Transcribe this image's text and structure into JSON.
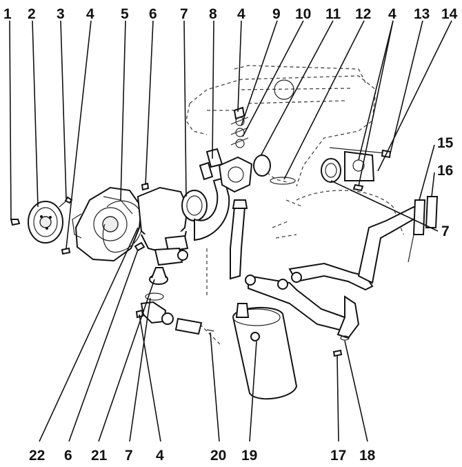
{
  "callouts_top": [
    "1",
    "2",
    "3",
    "4",
    "5",
    "6",
    "7",
    "8",
    "4",
    "9",
    "10",
    "11",
    "12",
    "4",
    "13",
    "14"
  ],
  "callouts_right": [
    "15",
    "16",
    "7"
  ],
  "callouts_bottom": [
    "22",
    "6",
    "21",
    "7",
    "4",
    "20",
    "19",
    "17",
    "18"
  ]
}
